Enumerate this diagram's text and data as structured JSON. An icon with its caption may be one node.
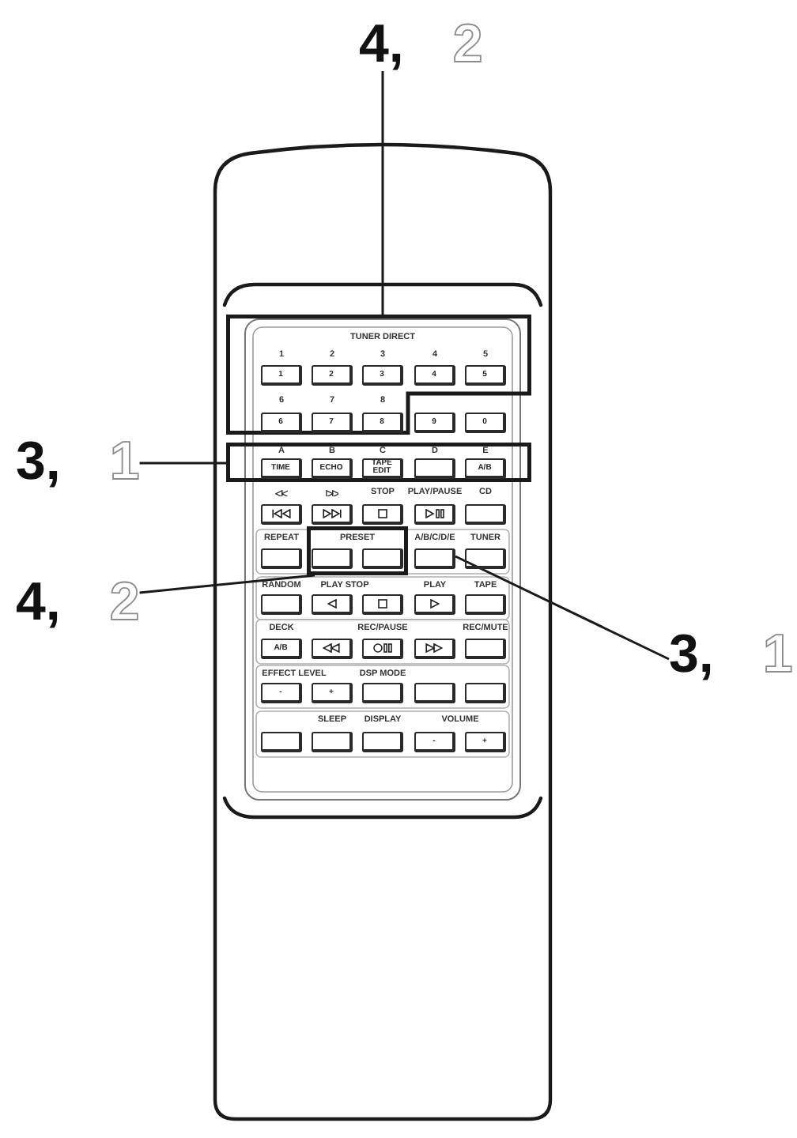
{
  "diagram": {
    "nodes": [
      {
        "text": [
          "4,",
          "2"
        ]
      },
      {
        "text": [],
        "shape": "box"
      },
      {
        "text": [
          "1"
        ],
        "in": 1,
        "beside": [
          "1"
        ]
      },
      {
        "text": [
          "2"
        ],
        "in": 1,
        "beside": [
          "2"
        ]
      },
      {
        "text": [
          "3"
        ],
        "in": 1,
        "beside": [
          "3"
        ]
      },
      {
        "text": [
          "4"
        ],
        "in": 1,
        "beside": [
          "4"
        ]
      },
      {
        "text": [
          "5"
        ],
        "in": 1,
        "beside": [
          "5"
        ]
      },
      {
        "text": [
          "6"
        ],
        "in": 1,
        "beside": [
          "6"
        ]
      },
      {
        "text": [
          "7"
        ],
        "in": 1,
        "beside": [
          "7"
        ]
      },
      {
        "text": [
          "8"
        ],
        "in": 1,
        "beside": [
          "8"
        ]
      },
      {
        "text": [
          "9"
        ]
      },
      {
        "text": [
          "0"
        ]
      },
      {
        "text": [
          "3,",
          "1"
        ]
      },
      {
        "text": [],
        "shape": "box"
      },
      {
        "text": [
          "TIME"
        ],
        "in": 13,
        "beside": [
          "A"
        ]
      },
      {
        "text": [
          "ECHO"
        ],
        "in": 13,
        "beside": [
          "B"
        ]
      },
      {
        "text": [
          "TAPE EDIT"
        ],
        "in": 13,
        "beside": [
          "C"
        ]
      },
      {
        "text": [],
        "shape": "box",
        "in": 13,
        "beside": [
          "D"
        ]
      },
      {
        "text": [
          "A/B"
        ],
        "in": 13,
        "beside": [
          "E"
        ]
      },
      {
        "text": [],
        "shape": "box"
      },
      {
        "text": [],
        "shape": "box"
      },
      {
        "text": [],
        "shape": "box",
        "beside": [
          "STOP"
        ]
      },
      {
        "text": [],
        "shape": "box",
        "beside": [
          "PLAY/PAUSE"
        ]
      },
      {
        "text": [],
        "shape": "box",
        "beside": [
          "CD"
        ]
      },
      {
        "text": [
          "4,",
          "2"
        ]
      },
      {
        "text": [],
        "shape": "box",
        "beside": [
          "REPEAT"
        ]
      },
      {
        "text": [],
        "shape": "box"
      },
      {
        "text": [],
        "shape": "box",
        "in": 26
      },
      {
        "text": [],
        "shape": "box",
        "in": 26
      },
      {
        "text": [],
        "shape": "box",
        "beside": [
          "A/B/C/D/E"
        ]
      },
      {
        "text": [],
        "shape": "box",
        "beside": [
          "TUNER"
        ]
      },
      {
        "text": [
          "3,",
          "1"
        ]
      },
      {
        "text": [],
        "shape": "box",
        "beside": [
          "RANDOM"
        ]
      },
      {
        "text": [],
        "shape": "box"
      },
      {
        "text": [],
        "shape": "box"
      },
      {
        "text": [],
        "shape": "box",
        "beside": [
          "PLAY"
        ]
      },
      {
        "text": [],
        "shape": "box",
        "beside": [
          "TAPE"
        ]
      },
      {
        "text": [
          "A/B"
        ],
        "beside": [
          "DECK"
        ]
      },
      {
        "text": [],
        "shape": "box"
      },
      {
        "text": [],
        "shape": "box",
        "beside": [
          "REC/PAUSE"
        ]
      },
      {
        "text": [],
        "shape": "box"
      },
      {
        "text": [],
        "shape": "box",
        "beside": [
          "REC/MUTE"
        ]
      },
      {
        "text": [
          "-"
        ]
      },
      {
        "text": [
          "+"
        ]
      },
      {
        "text": [],
        "shape": "box",
        "beside": [
          "DSP MODE"
        ]
      },
      {
        "text": [],
        "shape": "box"
      },
      {
        "text": [],
        "shape": "box"
      },
      {
        "text": [],
        "shape": "box"
      },
      {
        "text": [],
        "shape": "box",
        "beside": [
          "SLEEP"
        ]
      },
      {
        "text": [],
        "shape": "box",
        "beside": [
          "DISPLAY"
        ]
      },
      {
        "text": [
          "-"
        ]
      },
      {
        "text": [
          "+"
        ]
      }
    ],
    "edges": [
      {
        "from": 0,
        "to": 1,
        "arrow": "none"
      },
      {
        "from": 12,
        "to": 13,
        "arrow": "none"
      },
      {
        "from": 24,
        "to": 26,
        "arrow": "none"
      },
      {
        "from": 31,
        "to": 29,
        "arrow": "none"
      }
    ],
    "labels": [
      "TUNER DIRECT",
      "PRESET",
      "PLAY STOP",
      "EFFECT LEVEL",
      "VOLUME"
    ]
  }
}
